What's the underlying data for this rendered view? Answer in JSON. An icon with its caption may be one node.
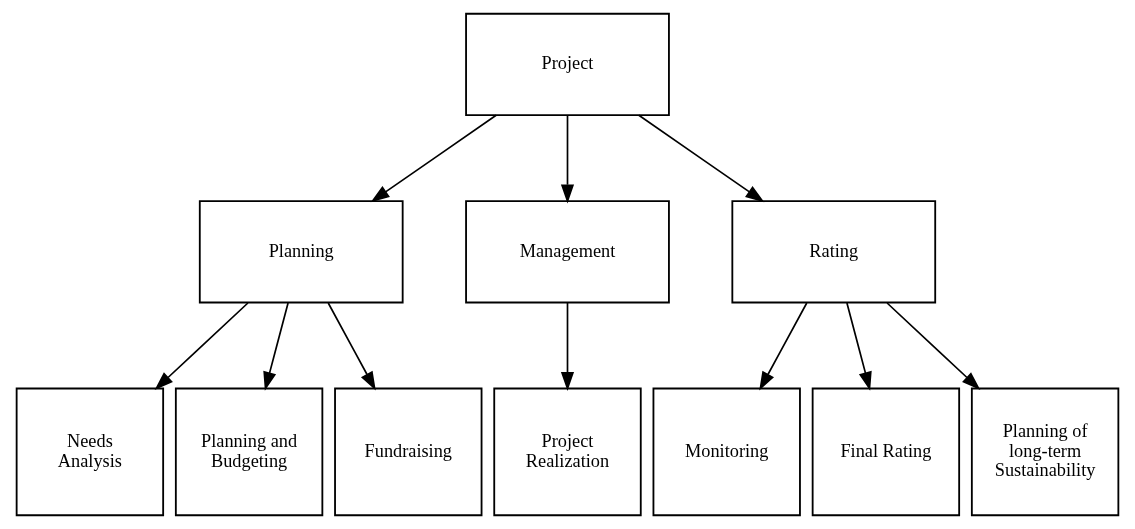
{
  "diagram": {
    "nodes": [
      {
        "text": [
          "Project"
        ]
      },
      {
        "text": [
          "Planning"
        ]
      },
      {
        "text": [
          "Management"
        ]
      },
      {
        "text": [
          "Rating"
        ]
      },
      {
        "text": [
          "Needs Analysis"
        ]
      },
      {
        "text": [
          "Planning and Budgeting"
        ]
      },
      {
        "text": [
          "Fundraising"
        ]
      },
      {
        "text": [
          "Project Realization"
        ]
      },
      {
        "text": [
          "Monitoring"
        ]
      },
      {
        "text": [
          "Final Rating"
        ]
      },
      {
        "text": [
          "Planning of long-term Sustainability"
        ]
      }
    ],
    "edges": [
      {
        "from": 0,
        "to": 1,
        "arrow": "to"
      },
      {
        "from": 0,
        "to": 2,
        "arrow": "to"
      },
      {
        "from": 0,
        "to": 3,
        "arrow": "to"
      },
      {
        "from": 1,
        "to": 4,
        "arrow": "to"
      },
      {
        "from": 1,
        "to": 5,
        "arrow": "to"
      },
      {
        "from": 1,
        "to": 6,
        "arrow": "to"
      },
      {
        "from": 2,
        "to": 7,
        "arrow": "to"
      },
      {
        "from": 3,
        "to": 8,
        "arrow": "to"
      },
      {
        "from": 3,
        "to": 9,
        "arrow": "to"
      },
      {
        "from": 3,
        "to": 10,
        "arrow": "to"
      }
    ]
  }
}
